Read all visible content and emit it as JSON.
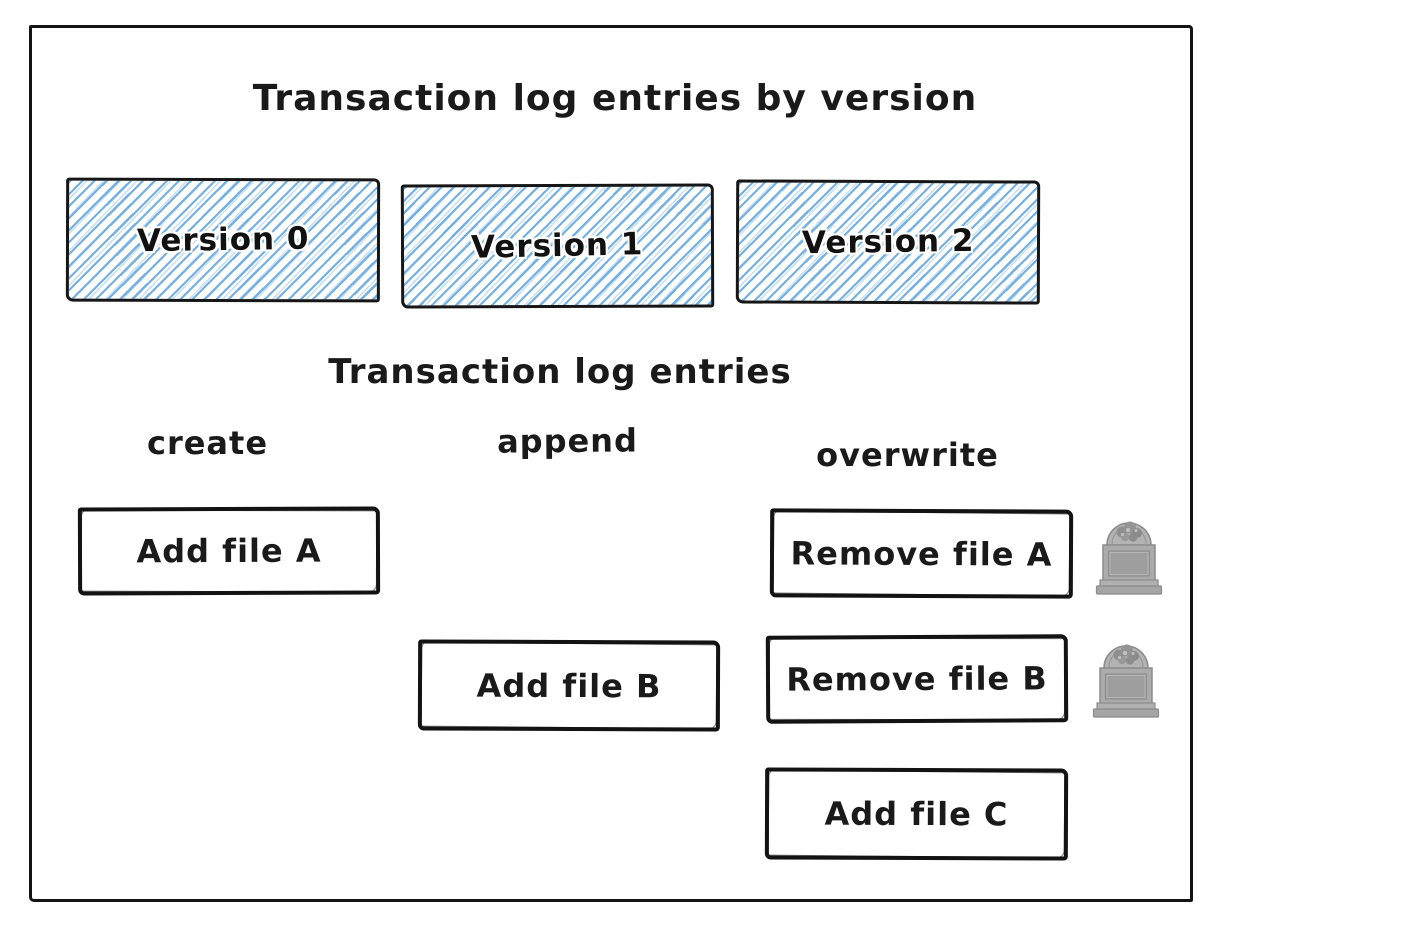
{
  "diagram": {
    "title": "Transaction log entries by version",
    "subtitle": "Transaction log entries",
    "versions": [
      {
        "label": "Version 0"
      },
      {
        "label": "Version 1"
      },
      {
        "label": "Version 2"
      }
    ],
    "columns": [
      {
        "label": "create"
      },
      {
        "label": "append"
      },
      {
        "label": "overwrite"
      }
    ],
    "entries": [
      {
        "label": "Add file A",
        "column": "create",
        "tombstone": false
      },
      {
        "label": "Add file B",
        "column": "append",
        "tombstone": false
      },
      {
        "label": "Remove file A",
        "column": "overwrite",
        "tombstone": true
      },
      {
        "label": "Remove file B",
        "column": "overwrite",
        "tombstone": true
      },
      {
        "label": "Add file C",
        "column": "overwrite",
        "tombstone": false
      }
    ],
    "colors": {
      "stroke": "#141414",
      "hatch_blue": "#6eace0",
      "tombstone_gray": "#a9a9a9",
      "background": "#ffffff"
    }
  }
}
